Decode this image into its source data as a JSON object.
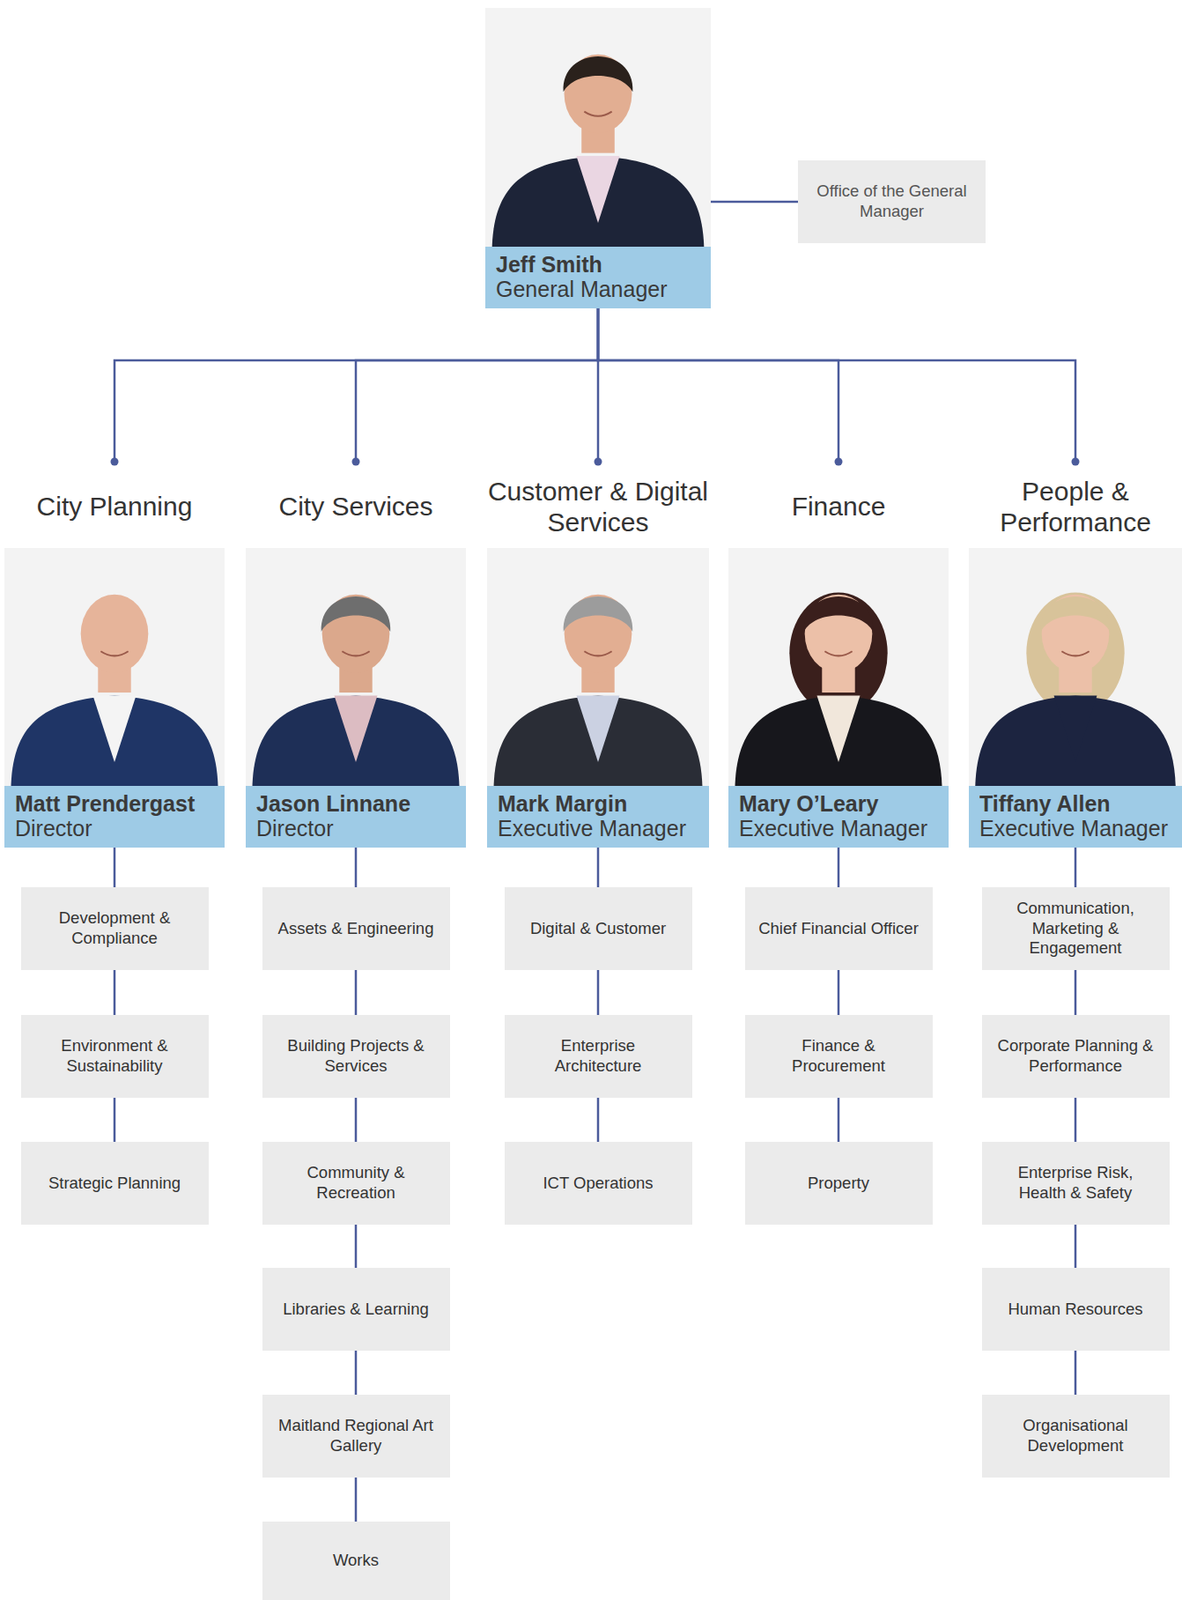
{
  "diagram": {
    "nodes": [
      {
        "text": [
          "Jeff Smith",
          "General Manager"
        ]
      },
      {
        "text": [
          "Office of the General Manager"
        ]
      },
      {
        "text": [
          "City Planning",
          "Matt Prendergast",
          "Director"
        ]
      },
      {
        "text": [
          "Development & Compliance"
        ]
      },
      {
        "text": [
          "Environment & Sustainability"
        ]
      },
      {
        "text": [
          "Strategic Planning"
        ]
      },
      {
        "text": [
          "City Services",
          "Jason Linnane",
          "Director"
        ]
      },
      {
        "text": [
          "Assets & Engineering"
        ]
      },
      {
        "text": [
          "Building Projects & Services"
        ]
      },
      {
        "text": [
          "Community & Recreation"
        ]
      },
      {
        "text": [
          "Libraries & Learning"
        ]
      },
      {
        "text": [
          "Maitland Regional Art Gallery"
        ]
      },
      {
        "text": [
          "Works"
        ]
      },
      {
        "text": [
          "Customer & Digital Services",
          "Mark Margin",
          "Executive Manager"
        ]
      },
      {
        "text": [
          "Digital & Customer"
        ]
      },
      {
        "text": [
          "Enterprise Architecture"
        ]
      },
      {
        "text": [
          "ICT Operations"
        ]
      },
      {
        "text": [
          "Finance",
          "Mary O’Leary",
          "Executive Manager"
        ]
      },
      {
        "text": [
          "Chief Financial Officer"
        ]
      },
      {
        "text": [
          "Finance & Procurement"
        ]
      },
      {
        "text": [
          "Property"
        ]
      },
      {
        "text": [
          "People & Performance",
          "Tiffany Allen",
          "Executive Manager"
        ]
      },
      {
        "text": [
          "Communication, Marketing & Engagement"
        ]
      },
      {
        "text": [
          "Corporate Planning & Performance"
        ]
      },
      {
        "text": [
          "Enterprise Risk, Health & Safety"
        ]
      },
      {
        "text": [
          "Human Resources"
        ]
      },
      {
        "text": [
          "Organisational Development"
        ]
      }
    ],
    "edges": [
      {
        "from": 0,
        "to": 1,
        "arrow": "none"
      },
      {
        "from": 0,
        "to": 2,
        "arrow": "none"
      },
      {
        "from": 0,
        "to": 6,
        "arrow": "none"
      },
      {
        "from": 0,
        "to": 13,
        "arrow": "none"
      },
      {
        "from": 0,
        "to": 17,
        "arrow": "none"
      },
      {
        "from": 0,
        "to": 21,
        "arrow": "none"
      },
      {
        "from": 2,
        "to": 3,
        "arrow": "none"
      },
      {
        "from": 3,
        "to": 4,
        "arrow": "none"
      },
      {
        "from": 4,
        "to": 5,
        "arrow": "none"
      },
      {
        "from": 6,
        "to": 7,
        "arrow": "none"
      },
      {
        "from": 7,
        "to": 8,
        "arrow": "none"
      },
      {
        "from": 8,
        "to": 9,
        "arrow": "none"
      },
      {
        "from": 9,
        "to": 10,
        "arrow": "none"
      },
      {
        "from": 10,
        "to": 11,
        "arrow": "none"
      },
      {
        "from": 11,
        "to": 12,
        "arrow": "none"
      },
      {
        "from": 13,
        "to": 14,
        "arrow": "none"
      },
      {
        "from": 14,
        "to": 15,
        "arrow": "none"
      },
      {
        "from": 15,
        "to": 16,
        "arrow": "none"
      },
      {
        "from": 17,
        "to": 18,
        "arrow": "none"
      },
      {
        "from": 18,
        "to": 19,
        "arrow": "none"
      },
      {
        "from": 19,
        "to": 20,
        "arrow": "none"
      },
      {
        "from": 21,
        "to": 22,
        "arrow": "none"
      },
      {
        "from": 22,
        "to": 23,
        "arrow": "none"
      },
      {
        "from": 23,
        "to": 24,
        "arrow": "none"
      },
      {
        "from": 24,
        "to": 25,
        "arrow": "none"
      },
      {
        "from": 25,
        "to": 26,
        "arrow": "none"
      }
    ]
  }
}
